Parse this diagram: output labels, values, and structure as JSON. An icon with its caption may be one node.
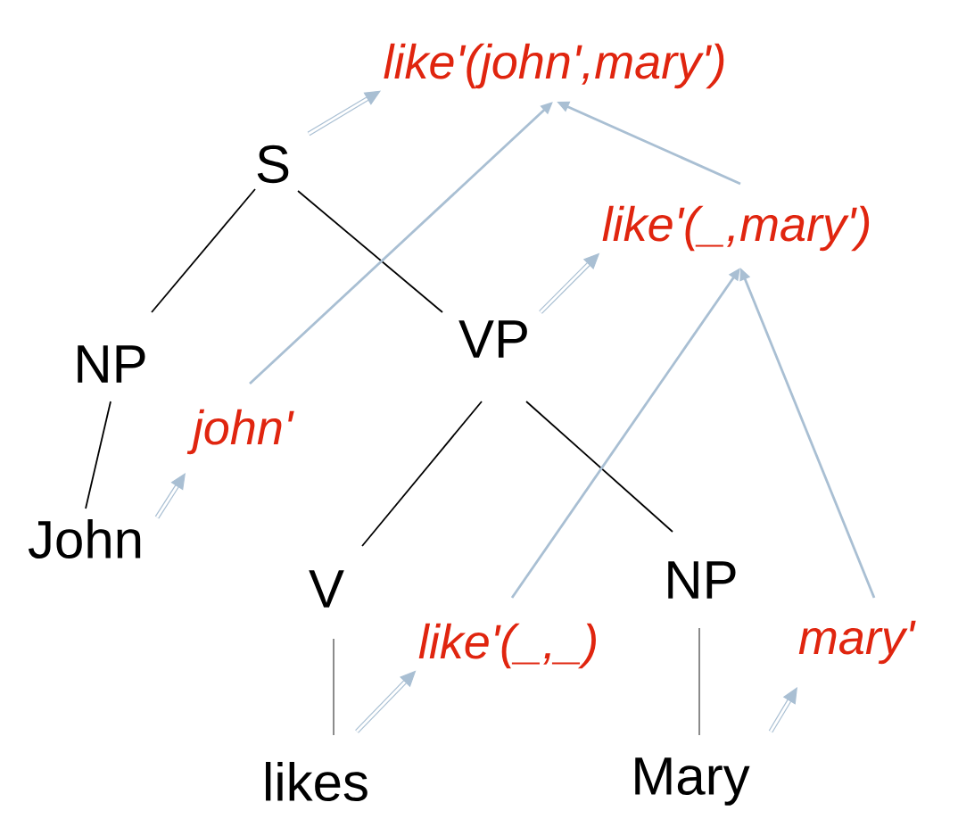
{
  "diagram": {
    "nodes": [
      {
        "text": [
          "like'(john',mary')"
        ]
      },
      {
        "text": [
          "S"
        ]
      },
      {
        "text": [
          "like'(_,mary')"
        ]
      },
      {
        "text": [
          "NP"
        ]
      },
      {
        "text": [
          "VP"
        ]
      },
      {
        "text": [
          "john'"
        ]
      },
      {
        "text": [
          "John"
        ]
      },
      {
        "text": [
          "V"
        ]
      },
      {
        "text": [
          "NP"
        ]
      },
      {
        "text": [
          "like'(_,_)"
        ]
      },
      {
        "text": [
          "mary'"
        ]
      },
      {
        "text": [
          "likes"
        ]
      },
      {
        "text": [
          "Mary"
        ]
      }
    ],
    "edges": [
      {
        "from": 1,
        "to": 3,
        "arrow": "none",
        "color": "#000000"
      },
      {
        "from": 1,
        "to": 4,
        "arrow": "none",
        "color": "#000000"
      },
      {
        "from": 3,
        "to": 6,
        "arrow": "none",
        "color": "#000000"
      },
      {
        "from": 4,
        "to": 7,
        "arrow": "none",
        "color": "#000000"
      },
      {
        "from": 4,
        "to": 8,
        "arrow": "none",
        "color": "#000000"
      },
      {
        "from": 7,
        "to": 11,
        "arrow": "none",
        "color": "#7f7f7f"
      },
      {
        "from": 8,
        "to": 12,
        "arrow": "none",
        "color": "#7f7f7f"
      },
      {
        "from": 5,
        "to": 0,
        "arrow": "to"
      },
      {
        "from": 2,
        "to": 0,
        "arrow": "to"
      },
      {
        "from": 9,
        "to": 2,
        "arrow": "to"
      },
      {
        "from": 10,
        "to": 2,
        "arrow": "to"
      },
      {
        "from": 6,
        "to": 5,
        "arrow": "to"
      },
      {
        "from": 11,
        "to": 9,
        "arrow": "to"
      },
      {
        "from": 12,
        "to": 10,
        "arrow": "to"
      },
      {
        "from": 1,
        "to": 0,
        "arrow": "to"
      },
      {
        "from": 4,
        "to": 2,
        "arrow": "to"
      }
    ]
  }
}
